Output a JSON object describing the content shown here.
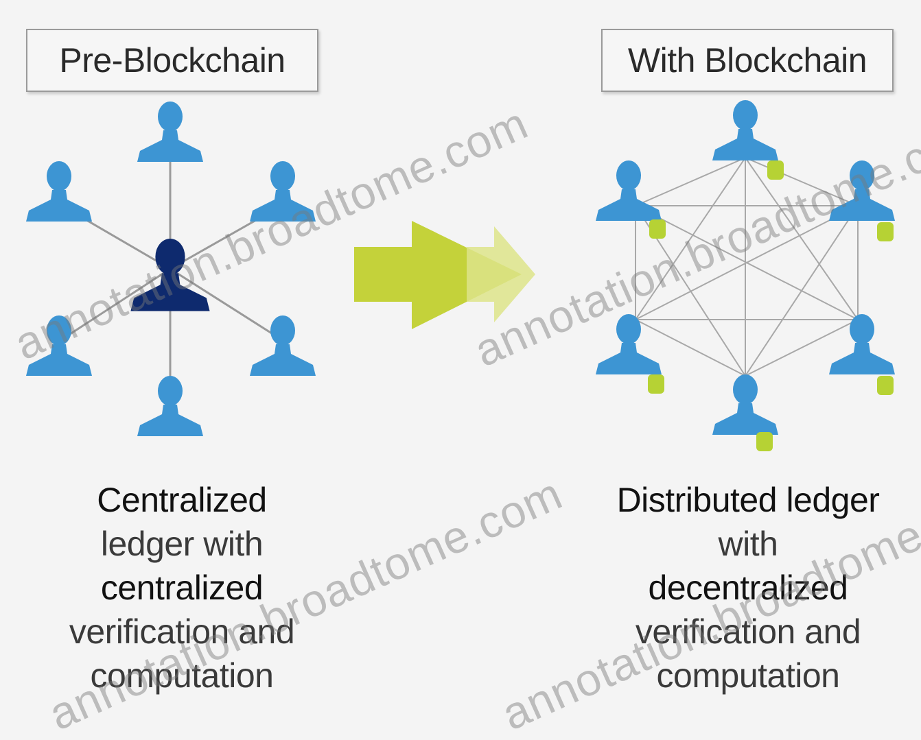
{
  "left_panel": {
    "title": "Pre-Blockchain",
    "caption_lines": [
      "Centralized",
      "ledger with",
      "centralized",
      "verification and",
      "computation"
    ]
  },
  "right_panel": {
    "title": "With Blockchain",
    "caption_lines": [
      "Distributed ledger",
      "with",
      "decentralized",
      "verification and",
      "computation"
    ]
  },
  "watermark": "annotation.broadtome.com",
  "colors": {
    "user_blue": "#3d95d3",
    "central_navy": "#0e2a6e",
    "arrow_green": "#c4d23a",
    "ledger_green": "#b6d234",
    "link_gray": "#9a9a9a"
  }
}
